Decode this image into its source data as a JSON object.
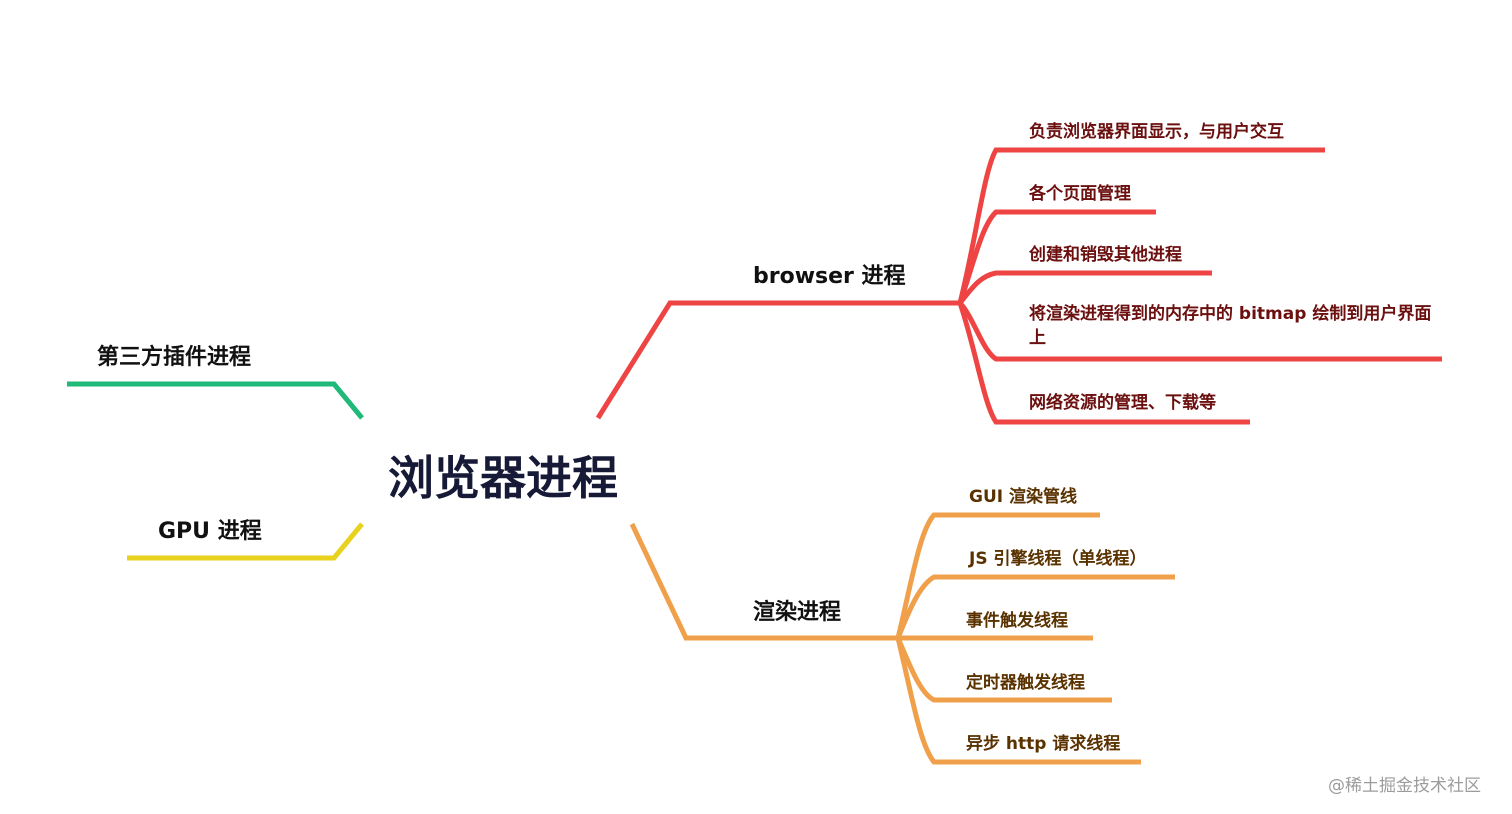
{
  "root": {
    "label": "浏览器进程"
  },
  "branches": [
    {
      "label": "browser 进程",
      "color": "#ee4444",
      "children": [
        "负责浏览器界面显示，与用户交互",
        "各个页面管理",
        "创建和销毁其他进程",
        "将渲染进程得到的内存中的 bitmap 绘制到用户界面上",
        "网络资源的管理、下载等"
      ]
    },
    {
      "label": "渲染进程",
      "color": "#f0a04b",
      "children": [
        "GUI 渲染管线",
        "JS 引擎线程（单线程）",
        "事件触发线程",
        "定时器触发线程",
        "异步 http 请求线程"
      ]
    },
    {
      "label": "第三方插件进程",
      "color": "#1fb97a",
      "children": []
    },
    {
      "label": "GPU 进程",
      "color": "#e8d21e",
      "children": []
    }
  ],
  "watermark": "@稀土掘金技术社区"
}
